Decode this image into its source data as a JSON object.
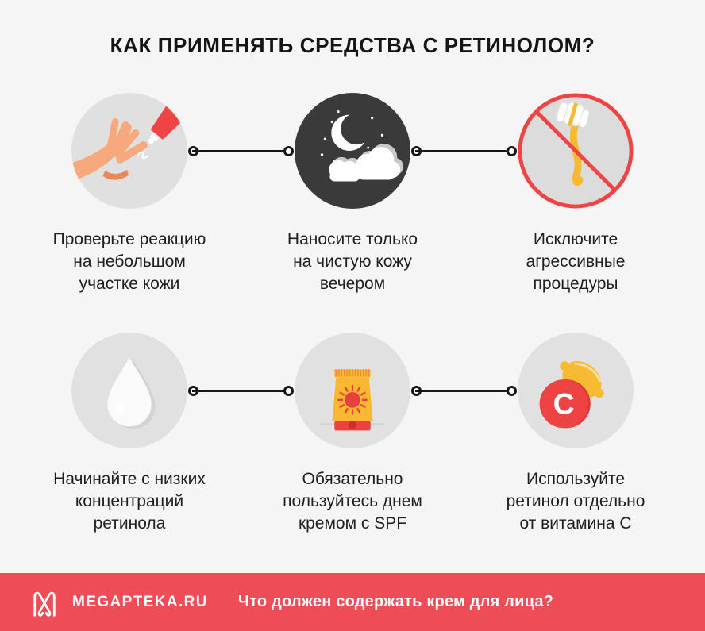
{
  "title": "КАК ПРИМЕНЯТЬ СРЕДСТВА С РЕТИНОЛОМ?",
  "steps": [
    {
      "icon": "patch-test-hand-cream-icon",
      "label": "Проверьте реакцию\nна небольшом\nучастке кожи"
    },
    {
      "icon": "night-moon-clouds-icon",
      "label": "Наносите только\nна чистую кожу\nвечером"
    },
    {
      "icon": "no-aggressive-brush-icon",
      "label": "Исключите\nагрессивные\nпроцедуры"
    },
    {
      "icon": "low-concentration-drop-icon",
      "label": "Начинайте с низких\nконцентраций\nретинола"
    },
    {
      "icon": "spf-cream-tube-icon",
      "label": "Обязательно\nпользуйтесь днем\nкремом с SPF"
    },
    {
      "icon": "vitamin-c-lemon-icon",
      "label": "Используйте\nретинол отдельно\nот витамина C"
    }
  ],
  "vitamin_c_letter": "C",
  "footer": {
    "logo_icon": "megapteka-m-logo-icon",
    "brand": "MEGAPTEKA.RU",
    "question": "Что должен содержать крем для лица?"
  },
  "colors": {
    "background": "#f5f5f5",
    "circle_gray": "#e0e0e0",
    "night_dark": "#3a3a3a",
    "accent_red_footer": "#ee4c56",
    "prohibit_red": "#ef4444",
    "sun_red": "#e8403c",
    "yellow": "#f9b832",
    "skin": "#f5a97d",
    "text": "#1f1f1f"
  }
}
